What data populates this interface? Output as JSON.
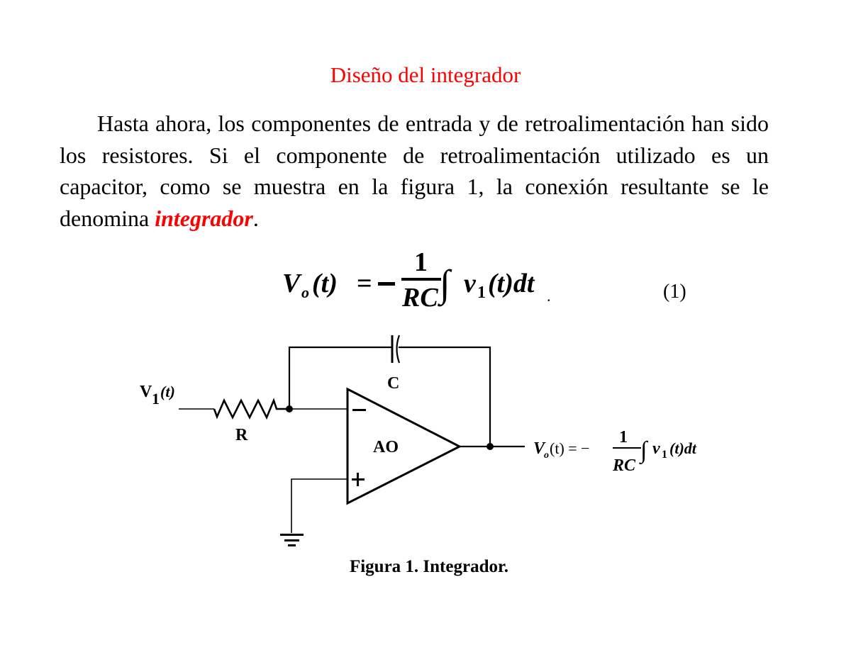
{
  "document": {
    "title": "Diseño del integrador",
    "paragraph": {
      "text_before": "Hasta ahora, los componentes de entrada y de retroalimentación han sido los resistores. Si el componente de retroalimentación utilizado es un capacitor, como se muestra en la figura 1, la conexión resultante se le denomina ",
      "highlight": "integrador",
      "text_after": "."
    },
    "equation": {
      "lhs_V": "V",
      "lhs_sub": "o",
      "lhs_arg": "(t)",
      "equals": "=",
      "minus": "−",
      "numerator": "1",
      "denominator": "RC",
      "integral": "∫",
      "integrand_v": "v",
      "integrand_sub": "1",
      "integrand_arg": "(t)dt",
      "trailing": ".",
      "number": "(1)"
    },
    "figure": {
      "input_label_V": "V",
      "input_label_sub": "1",
      "input_label_arg": "(t)",
      "resistor_label": "R",
      "capacitor_label": "C",
      "opamp_label": "AO",
      "inverting_sign": "−",
      "noninverting_sign": "+",
      "output_eq": {
        "V": "V",
        "sub": "o",
        "arg": "(t) = −",
        "numerator": "1",
        "denominator": "RC",
        "integral": "∫",
        "v": "v",
        "vsub": "1",
        "tail": "(t)dt"
      },
      "caption": "Figura 1. Integrador."
    },
    "colors": {
      "accent_red": "#ff0000",
      "text": "#000000",
      "background": "#ffffff"
    }
  }
}
